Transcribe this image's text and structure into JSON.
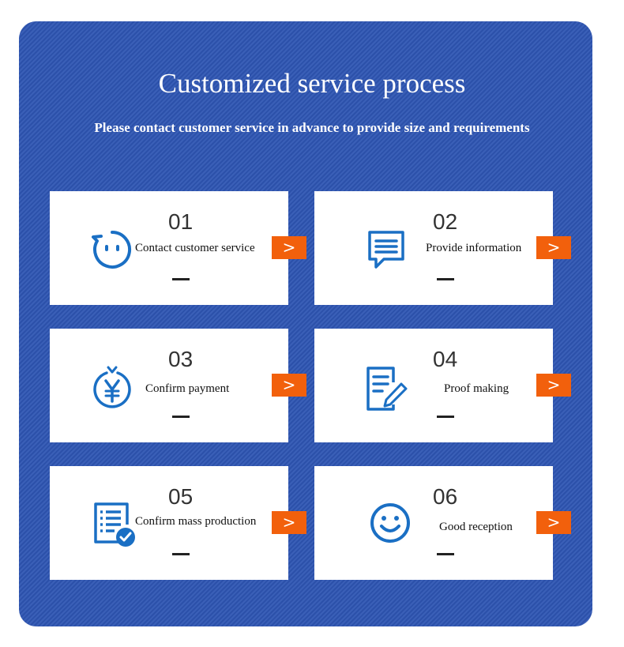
{
  "header": {
    "title": "Customized service process",
    "subtitle": "Please contact customer service in advance to provide size and requirements"
  },
  "colors": {
    "panel_blue": "#2e55b3",
    "icon_blue": "#1a6fc4",
    "arrow_orange": "#f2600c"
  },
  "steps": [
    {
      "number": "01",
      "label": "Contact customer service",
      "dash": "—",
      "icon": "chat-bubble-face-icon"
    },
    {
      "number": "02",
      "label": "Provide information",
      "dash": "—",
      "icon": "message-lines-icon"
    },
    {
      "number": "03",
      "label": "Confirm payment",
      "dash": "—",
      "icon": "yen-coin-icon"
    },
    {
      "number": "04",
      "label": "Proof making",
      "dash": "—",
      "icon": "document-pen-icon"
    },
    {
      "number": "05",
      "label": "Confirm mass production",
      "dash": "—",
      "icon": "checklist-check-icon"
    },
    {
      "number": "06",
      "label": "Good reception",
      "dash": "—",
      "icon": "smiley-icon"
    }
  ],
  "arrow_label": ">"
}
